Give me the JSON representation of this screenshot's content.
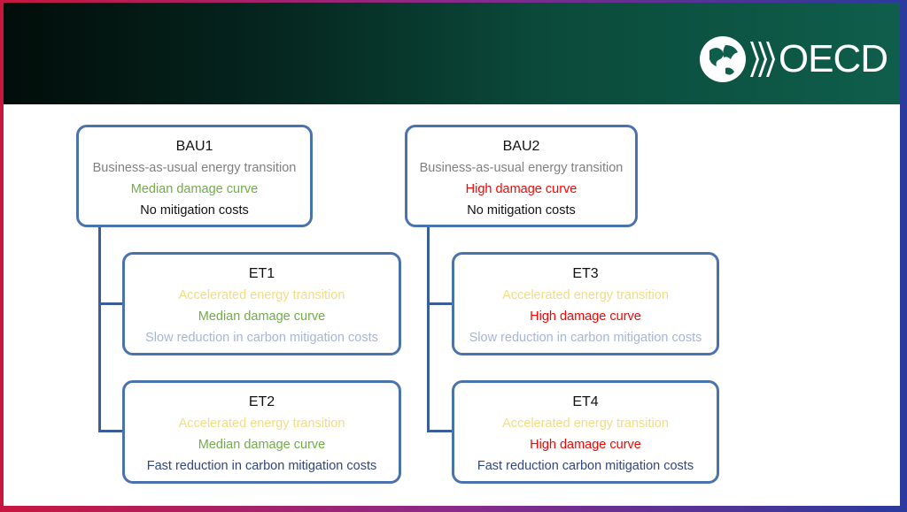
{
  "logo": {
    "text": "OECD"
  },
  "colors": {
    "border": "#4a72ad",
    "grey": "#7f7f7f",
    "green": "#70ad47",
    "red": "#ff0000",
    "yellow": "#f3dc80",
    "slate": "#a6b6d6",
    "navy": "#2f4683"
  },
  "boxes": {
    "bau1": {
      "title": "BAU1",
      "lines": [
        "Business-as-usual energy transition",
        "Median damage curve",
        "No mitigation costs"
      ]
    },
    "bau2": {
      "title": "BAU2",
      "lines": [
        "Business-as-usual energy transition",
        "High damage curve",
        "No mitigation costs"
      ]
    },
    "et1": {
      "title": "ET1",
      "lines": [
        "Accelerated energy transition",
        "Median damage curve",
        "Slow reduction in carbon mitigation costs"
      ]
    },
    "et2": {
      "title": "ET2",
      "lines": [
        "Accelerated energy transition",
        "Median damage curve",
        "Fast reduction in carbon mitigation costs"
      ]
    },
    "et3": {
      "title": "ET3",
      "lines": [
        "Accelerated energy transition",
        "High damage curve",
        "Slow reduction in carbon mitigation costs"
      ]
    },
    "et4": {
      "title": "ET4",
      "lines": [
        "Accelerated energy transition",
        "High damage curve",
        "Fast reduction carbon mitigation costs"
      ]
    }
  }
}
